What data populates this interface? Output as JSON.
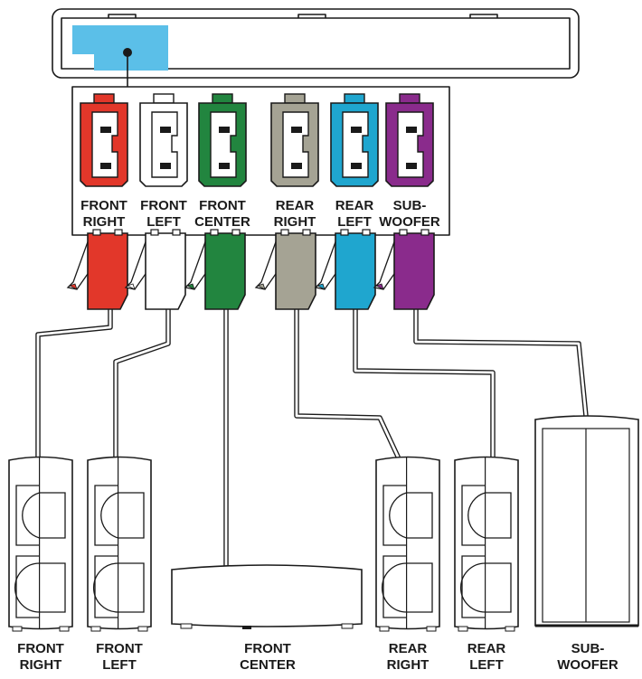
{
  "colors": {
    "front_right": "#e2372a",
    "front_left": "#ffffff",
    "front_center": "#22853f",
    "rear_right": "#a5a394",
    "rear_left": "#1fa6cf",
    "subwoofer": "#8a2b8c",
    "panel_highlight": "#5bbfe8",
    "line": "#1a1a1a"
  },
  "jacks": [
    {
      "key": "front_right",
      "line1": "FRONT",
      "line2": "RIGHT"
    },
    {
      "key": "front_left",
      "line1": "FRONT",
      "line2": "LEFT"
    },
    {
      "key": "front_center",
      "line1": "FRONT",
      "line2": "CENTER"
    },
    {
      "key": "rear_right",
      "line1": "REAR",
      "line2": "RIGHT"
    },
    {
      "key": "rear_left",
      "line1": "REAR",
      "line2": "LEFT"
    },
    {
      "key": "subwoofer",
      "line1": "SUB-",
      "line2": "WOOFER"
    }
  ],
  "speakers": [
    {
      "key": "front_right",
      "line1": "FRONT",
      "line2": "RIGHT"
    },
    {
      "key": "front_left",
      "line1": "FRONT",
      "line2": "LEFT"
    },
    {
      "key": "front_center",
      "line1": "FRONT",
      "line2": "CENTER"
    },
    {
      "key": "rear_right",
      "line1": "REAR",
      "line2": "RIGHT"
    },
    {
      "key": "rear_left",
      "line1": "REAR",
      "line2": "LEFT"
    },
    {
      "key": "subwoofer",
      "line1": "SUB-",
      "line2": "WOOFER"
    }
  ]
}
